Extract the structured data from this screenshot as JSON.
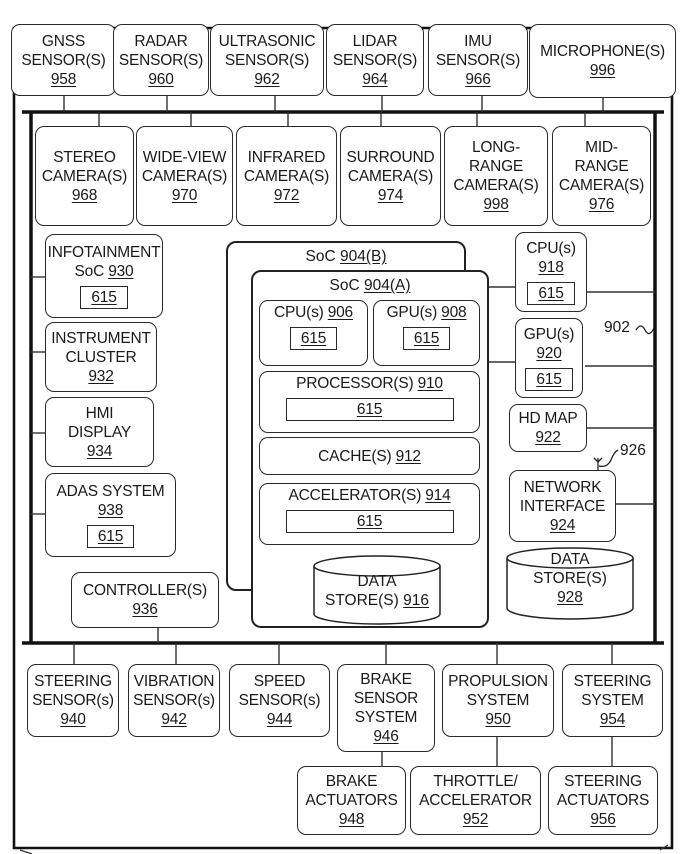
{
  "diagram": {
    "system_ref": "902",
    "antenna_ref": "926",
    "sensors_top": [
      {
        "id": "gnss",
        "lines": [
          "GNSS",
          "SENSOR(S)"
        ],
        "ref": "958"
      },
      {
        "id": "radar",
        "lines": [
          "RADAR",
          "SENSOR(S)"
        ],
        "ref": "960"
      },
      {
        "id": "ultrasonic",
        "lines": [
          "ULTRASONIC",
          "SENSOR(S)"
        ],
        "ref": "962"
      },
      {
        "id": "lidar",
        "lines": [
          "LIDAR",
          "SENSOR(S)"
        ],
        "ref": "964"
      },
      {
        "id": "imu",
        "lines": [
          "IMU",
          "SENSOR(S)"
        ],
        "ref": "966"
      },
      {
        "id": "microphone",
        "lines": [
          "MICROPHONE(S)"
        ],
        "ref": "996"
      }
    ],
    "cameras": [
      {
        "id": "stereo",
        "lines": [
          "STEREO",
          "CAMERA(S)"
        ],
        "ref": "968"
      },
      {
        "id": "wide-view",
        "lines": [
          "WIDE-VIEW",
          "CAMERA(S)"
        ],
        "ref": "970"
      },
      {
        "id": "infrared",
        "lines": [
          "INFRARED",
          "CAMERA(S)"
        ],
        "ref": "972"
      },
      {
        "id": "surround",
        "lines": [
          "SURROUND",
          "CAMERA(S)"
        ],
        "ref": "974"
      },
      {
        "id": "long-range",
        "lines": [
          "LONG-",
          "RANGE",
          "CAMERA(S)"
        ],
        "ref": "998"
      },
      {
        "id": "mid-range",
        "lines": [
          "MID-",
          "RANGE",
          "CAMERA(S)"
        ],
        "ref": "976"
      }
    ],
    "left_column": [
      {
        "id": "infotainment",
        "lines": [
          "INFOTAINMENT"
        ],
        "inline_prefix": "SoC ",
        "ref": "930",
        "chip": "615"
      },
      {
        "id": "instrument-cluster",
        "lines": [
          "INSTRUMENT",
          "CLUSTER"
        ],
        "ref": "932"
      },
      {
        "id": "hmi-display",
        "lines": [
          "HMI",
          "DISPLAY"
        ],
        "ref": "934"
      },
      {
        "id": "adas",
        "lines": [
          "ADAS SYSTEM"
        ],
        "ref": "938",
        "chip": "615"
      },
      {
        "id": "controllers",
        "lines": [
          "CONTROLLER(S)"
        ],
        "ref": "936"
      }
    ],
    "soc_b": {
      "label": "SoC ",
      "ref": "904(B)"
    },
    "soc_a": {
      "label": "SoC ",
      "ref": "904(A)",
      "cpu": {
        "label": "CPU(s) ",
        "ref": "906",
        "chip": "615"
      },
      "gpu": {
        "label": "GPU(s) ",
        "ref": "908",
        "chip": "615"
      },
      "processor": {
        "label": "PROCESSOR(S) ",
        "ref": "910",
        "chip": "615"
      },
      "cache": {
        "label": "CACHE(S) ",
        "ref": "912"
      },
      "accelerator": {
        "label": "ACCELERATOR(S) ",
        "ref": "914",
        "chip": "615"
      },
      "data_store": {
        "line1": "DATA",
        "line2": "STORE(S) ",
        "ref": "916"
      }
    },
    "right_column": [
      {
        "id": "cpu-918",
        "lines": [
          "CPU(s)"
        ],
        "ref": "918",
        "chip": "615"
      },
      {
        "id": "gpu-920",
        "lines": [
          "GPU(s)"
        ],
        "ref": "920",
        "chip": "615"
      },
      {
        "id": "hd-map",
        "lines": [
          "HD MAP"
        ],
        "ref": "922"
      },
      {
        "id": "network-interface",
        "lines": [
          "NETWORK",
          "INTERFACE"
        ],
        "ref": "924"
      }
    ],
    "data_store_928": {
      "line1": "DATA",
      "line2": "STORE(S)",
      "ref": "928"
    },
    "bottom_row": [
      {
        "id": "steering-sensor",
        "lines": [
          "STEERING",
          "SENSOR(s)"
        ],
        "ref": "940"
      },
      {
        "id": "vibration-sensor",
        "lines": [
          "VIBRATION",
          "SENSOR(s)"
        ],
        "ref": "942"
      },
      {
        "id": "speed-sensor",
        "lines": [
          "SPEED",
          "SENSOR(s)"
        ],
        "ref": "944"
      },
      {
        "id": "brake-sensor-system",
        "lines": [
          "BRAKE",
          "SENSOR",
          "SYSTEM"
        ],
        "ref": "946"
      },
      {
        "id": "propulsion-system",
        "lines": [
          "PROPULSION",
          "SYSTEM"
        ],
        "ref": "950"
      },
      {
        "id": "steering-system",
        "lines": [
          "STEERING",
          "SYSTEM"
        ],
        "ref": "954"
      }
    ],
    "actuators": [
      {
        "id": "brake-actuators",
        "lines": [
          "BRAKE",
          "ACTUATORS"
        ],
        "ref": "948"
      },
      {
        "id": "throttle-accelerator",
        "lines": [
          "THROTTLE/",
          "ACCELERATOR"
        ],
        "ref": "952"
      },
      {
        "id": "steering-actuators",
        "lines": [
          "STEERING",
          "ACTUATORS"
        ],
        "ref": "956"
      }
    ]
  }
}
